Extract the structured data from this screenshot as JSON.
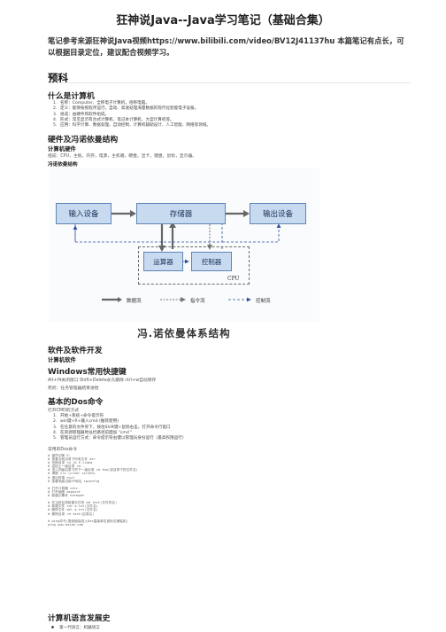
{
  "title": "狂神说Java--Java学习笔记（基础合集）",
  "intro": "笔记参考来源狂神说Java视频https://www.bilibili.com/video/BV12J41137hu 本篇笔记有点长，可以根据目录定位，建议配合视频学习。",
  "section_preface": "预科",
  "computer": {
    "heading": "什么是计算机",
    "items": [
      "名称：Computer，全称电子计算机，俗称电脑。",
      "定义：能够按照程序运行，自动、高速处理海量数据的现代化智能电子设备。",
      "组成：由硬件和软件组成。",
      "形式：常见显示有台式计算机、笔记本计算机、大型计算机等。",
      "应用：科学计算、数据处理、自动控制、计算机辅助设计、人工智能、网络等领域。"
    ]
  },
  "hardware": {
    "heading": "硬件及冯诺依曼结构",
    "sub_heading": "计算机硬件",
    "text": "组成：CPU，主板，内存，电源，主机箱，硬盘，显卡，键盘，鼠标，显示器。",
    "vn_heading": "冯诺依曼结构"
  },
  "diagram": {
    "input": "输入设备",
    "memory": "存储器",
    "output": "输出设备",
    "alu": "运算器",
    "controller": "控制器",
    "cpu": "CPU",
    "legend": [
      "数据流",
      "指令流",
      "控制流"
    ],
    "caption": "冯.诺依曼体系结构",
    "colors": {
      "box_fill": "#c7daf0",
      "box_border": "#5e86b6",
      "control_flow": "#2d4f9e"
    }
  },
  "software": {
    "heading": "软件及软件开发",
    "sub_heading": "计算机软件"
  },
  "shortcuts": {
    "heading": "Windows常用快捷键",
    "line1": "Alt+f4关闭窗口 Shift+Delete永久删除 ctrl+w自动保存",
    "line2": "死机：任务管理器结束进程"
  },
  "dos": {
    "heading": "基本的Dos命令",
    "sub_open": "打开CMD的方式",
    "open_items": [
      "开始+系统+命令提示符",
      "win键+R+输入cmd (推荐使用)",
      "在任意的文件夹下，按住Shift键+鼠标右击，打开命令行窗口",
      "在资源管理器地址栏路径前面加 \"cmd \"",
      "管理员运行方式：命令提示符右键以管理员身份运行（最高权限运行）"
    ],
    "common": "常用的Dos命令",
    "code": [
      "# 盘符切换 E:",
      "# 查看当前目录下所有文件 dir",
      "# 切换目录 cd /d E:\\idea",
      "# 返回上一级目录 cd ..",
      "# 进入同级目录下的下一级目录 cd tmp(该目录下的文件名)",
      "# 清屏 cls (clear screen)",
      "# 退出终端 exit",
      "# 查看电脑当前IP地址 ipconfig",
      "",
      "# 打开计算器 calc",
      "# 打开画图 mspaint",
      "# 新建记事本 notepad",
      "",
      "# 在当前目录新建文件夹 md test(文件夹名)",
      "# 新建文件 cd> a.txt(文件名)",
      "# 删除文件 del a.txt(文件名)",
      "# 删除目录 rd test(目录名)",
      "",
      "# ping命令(复制链接进入Dos直接单击鼠标右键粘贴)",
      "  ping www.baidu.com"
    ]
  },
  "history": {
    "heading": "计算机语言发展史",
    "bullet": "第一代语言：机器语言"
  }
}
